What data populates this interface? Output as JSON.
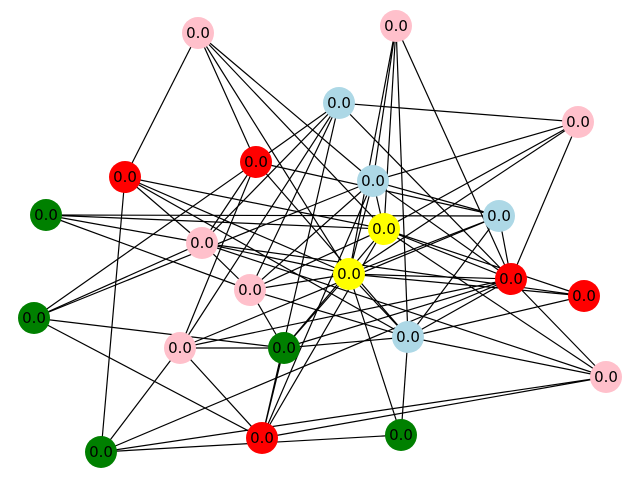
{
  "colors": {
    "pink": "#ffc0cb",
    "lightblue": "#add8e6",
    "red": "#ff0000",
    "green": "#008000",
    "yellow": "#ffff00",
    "edge": "#000000"
  },
  "nodes": [
    {
      "id": "n0",
      "color": "pink",
      "label": "0.0"
    },
    {
      "id": "n1",
      "color": "pink",
      "label": "0.0"
    },
    {
      "id": "n2",
      "color": "lightblue",
      "label": "0.0"
    },
    {
      "id": "n3",
      "color": "pink",
      "label": "0.0"
    },
    {
      "id": "n4",
      "color": "red",
      "label": "0.0"
    },
    {
      "id": "n5",
      "color": "red",
      "label": "0.0"
    },
    {
      "id": "n6",
      "color": "lightblue",
      "label": "0.0"
    },
    {
      "id": "n7",
      "color": "green",
      "label": "0.0"
    },
    {
      "id": "n8",
      "color": "yellow",
      "label": "0.0"
    },
    {
      "id": "n9",
      "color": "lightblue",
      "label": "0.0"
    },
    {
      "id": "n10",
      "color": "pink",
      "label": "0.0"
    },
    {
      "id": "n11",
      "color": "yellow",
      "label": "0.0"
    },
    {
      "id": "n12",
      "color": "red",
      "label": "0.0"
    },
    {
      "id": "n13",
      "color": "pink",
      "label": "0.0"
    },
    {
      "id": "n14",
      "color": "red",
      "label": "0.0"
    },
    {
      "id": "n15",
      "color": "green",
      "label": "0.0"
    },
    {
      "id": "n16",
      "color": "lightblue",
      "label": "0.0"
    },
    {
      "id": "n17",
      "color": "pink",
      "label": "0.0"
    },
    {
      "id": "n18",
      "color": "green",
      "label": "0.0"
    },
    {
      "id": "n19",
      "color": "pink",
      "label": "0.0"
    },
    {
      "id": "n20",
      "color": "green",
      "label": "0.0"
    },
    {
      "id": "n21",
      "color": "red",
      "label": "0.0"
    },
    {
      "id": "n22",
      "color": "green",
      "label": "0.0"
    }
  ],
  "edges": [
    [
      "n0",
      "n4"
    ],
    [
      "n0",
      "n6"
    ],
    [
      "n0",
      "n5"
    ],
    [
      "n0",
      "n11"
    ],
    [
      "n0",
      "n8"
    ],
    [
      "n1",
      "n6"
    ],
    [
      "n1",
      "n8"
    ],
    [
      "n1",
      "n11"
    ],
    [
      "n1",
      "n16"
    ],
    [
      "n1",
      "n12"
    ],
    [
      "n2",
      "n13"
    ],
    [
      "n2",
      "n5"
    ],
    [
      "n2",
      "n12"
    ],
    [
      "n2",
      "n17"
    ],
    [
      "n2",
      "n21"
    ],
    [
      "n2",
      "n3"
    ],
    [
      "n2",
      "n10"
    ],
    [
      "n3",
      "n6"
    ],
    [
      "n3",
      "n8"
    ],
    [
      "n3",
      "n12"
    ],
    [
      "n3",
      "n11"
    ],
    [
      "n4",
      "n10"
    ],
    [
      "n4",
      "n11"
    ],
    [
      "n4",
      "n8"
    ],
    [
      "n4",
      "n16"
    ],
    [
      "n4",
      "n22"
    ],
    [
      "n5",
      "n10"
    ],
    [
      "n5",
      "n15"
    ],
    [
      "n5",
      "n16"
    ],
    [
      "n5",
      "n9"
    ],
    [
      "n5",
      "n17"
    ],
    [
      "n6",
      "n15"
    ],
    [
      "n6",
      "n12"
    ],
    [
      "n6",
      "n13"
    ],
    [
      "n6",
      "n9"
    ],
    [
      "n6",
      "n11"
    ],
    [
      "n6",
      "n8"
    ],
    [
      "n6",
      "n21"
    ],
    [
      "n7",
      "n9"
    ],
    [
      "n7",
      "n8"
    ],
    [
      "n7",
      "n10"
    ],
    [
      "n7",
      "n13"
    ],
    [
      "n8",
      "n14"
    ],
    [
      "n8",
      "n18"
    ],
    [
      "n8",
      "n12"
    ],
    [
      "n8",
      "n13"
    ],
    [
      "n8",
      "n21"
    ],
    [
      "n8",
      "n19"
    ],
    [
      "n9",
      "n12"
    ],
    [
      "n9",
      "n17"
    ],
    [
      "n9",
      "n11"
    ],
    [
      "n9",
      "n16"
    ],
    [
      "n10",
      "n11"
    ],
    [
      "n10",
      "n19"
    ],
    [
      "n10",
      "n14"
    ],
    [
      "n10",
      "n13"
    ],
    [
      "n11",
      "n14"
    ],
    [
      "n11",
      "n18"
    ],
    [
      "n11",
      "n12"
    ],
    [
      "n11",
      "n16"
    ],
    [
      "n11",
      "n20"
    ],
    [
      "n11",
      "n13"
    ],
    [
      "n12",
      "n17"
    ],
    [
      "n12",
      "n18"
    ],
    [
      "n12",
      "n16"
    ],
    [
      "n12",
      "n19"
    ],
    [
      "n12",
      "n22"
    ],
    [
      "n13",
      "n16"
    ],
    [
      "n13",
      "n18"
    ],
    [
      "n14",
      "n16"
    ],
    [
      "n15",
      "n18"
    ],
    [
      "n15",
      "n21"
    ],
    [
      "n15",
      "n10"
    ],
    [
      "n16",
      "n18"
    ],
    [
      "n16",
      "n19"
    ],
    [
      "n16",
      "n20"
    ],
    [
      "n17",
      "n18"
    ],
    [
      "n17",
      "n22"
    ],
    [
      "n17",
      "n21"
    ],
    [
      "n18",
      "n21"
    ],
    [
      "n19",
      "n21"
    ],
    [
      "n19",
      "n22"
    ],
    [
      "n20",
      "n22"
    ]
  ]
}
